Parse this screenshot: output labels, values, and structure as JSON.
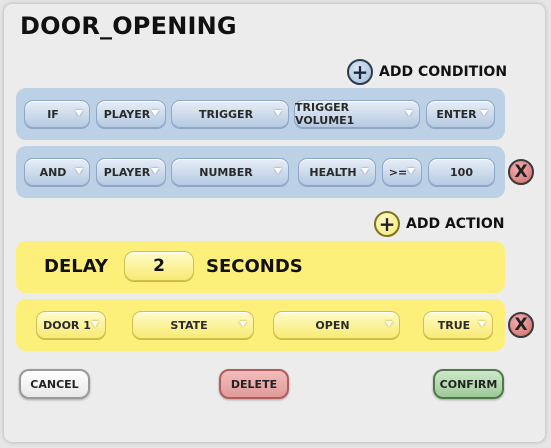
{
  "title": "DOOR_OPENING",
  "add_condition_label": "ADD CONDITION",
  "add_action_label": "ADD ACTION",
  "conditions": [
    {
      "fields": [
        "IF",
        "PLAYER",
        "TRIGGER",
        "TRIGGER VOLUME1",
        "ENTER"
      ]
    },
    {
      "fields": [
        "AND",
        "PLAYER",
        "NUMBER",
        "HEALTH",
        ">=",
        "100"
      ],
      "remove_label": "X"
    }
  ],
  "delay": {
    "prefix": "DELAY",
    "value": "2",
    "suffix": "SECONDS"
  },
  "action": {
    "fields": [
      "DOOR 1",
      "STATE",
      "OPEN",
      "TRUE"
    ],
    "remove_label": "X"
  },
  "buttons": {
    "cancel": "CANCEL",
    "delete": "DELETE",
    "confirm": "CONFIRM"
  },
  "colors": {
    "condition_row": "#bcd0e6",
    "action_row": "#fcf07a",
    "delete_button": "#e09a9a",
    "confirm_button": "#9fc999"
  },
  "icons": {
    "add_condition": "plus-circle-icon",
    "add_action": "plus-circle-icon",
    "remove": "x-circle-icon",
    "dropdown": "dropdown-arrow-icon"
  }
}
